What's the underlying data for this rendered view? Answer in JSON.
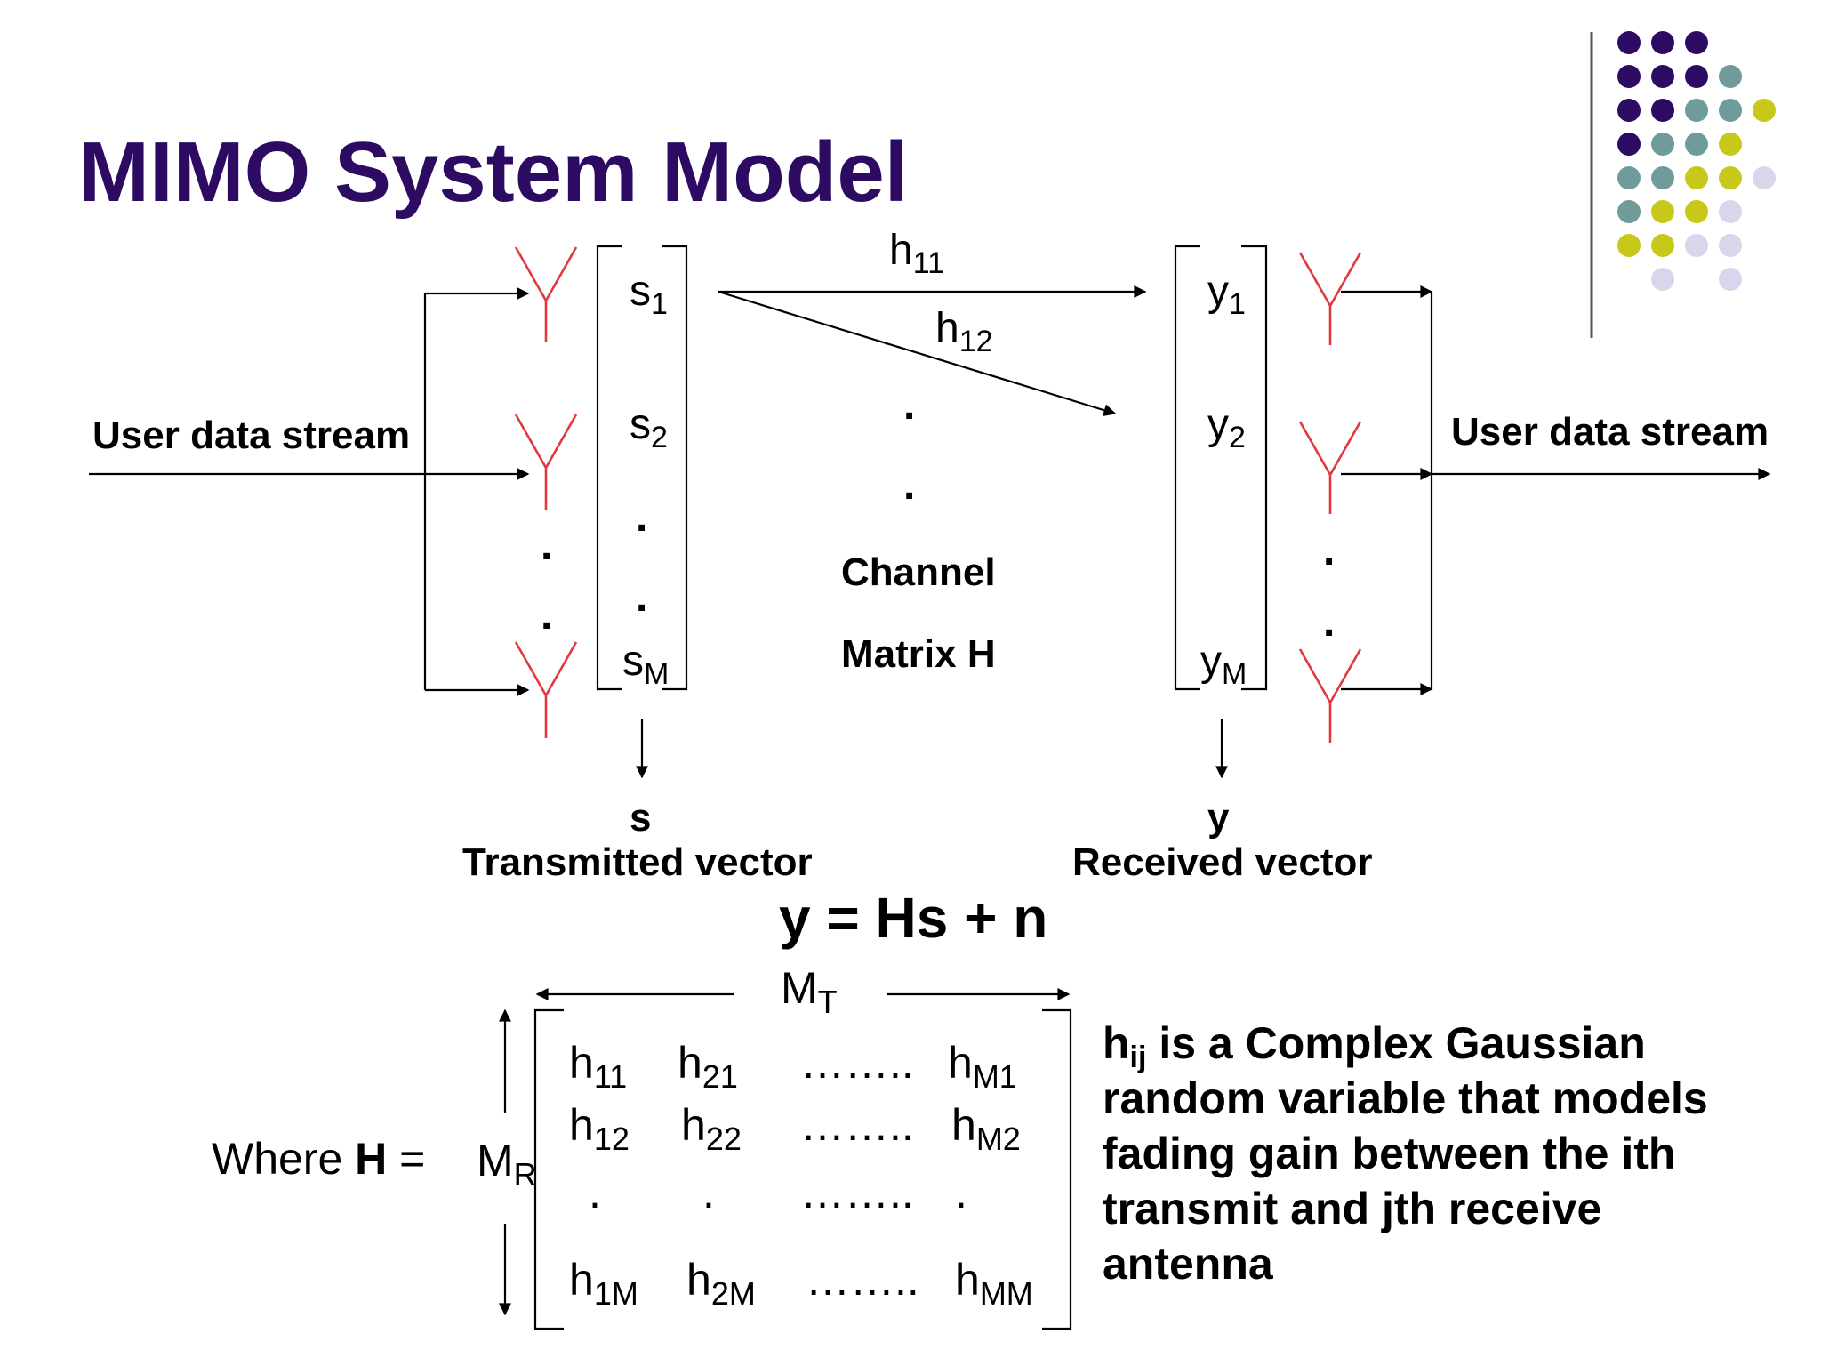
{
  "title": "MIMO System Model",
  "tx": {
    "input_label": "User data stream",
    "symbols": [
      {
        "base": "s",
        "sub": "1"
      },
      {
        "base": "s",
        "sub": "2"
      },
      {
        "base": "s",
        "sub": "M"
      }
    ],
    "vector_symbol": "s",
    "vector_label": "Transmitted vector"
  },
  "channel": {
    "gains": [
      {
        "base": "h",
        "sub": "11"
      },
      {
        "base": "h",
        "sub": "12"
      }
    ],
    "label_line1": "Channel",
    "label_line2": "Matrix H"
  },
  "rx": {
    "symbols": [
      {
        "base": "y",
        "sub": "1"
      },
      {
        "base": "y",
        "sub": "2"
      },
      {
        "base": "y",
        "sub": "M"
      }
    ],
    "vector_symbol": "y",
    "vector_label": "Received vector",
    "output_label": "User data stream"
  },
  "equation": "y = Hs + n",
  "matrix": {
    "where_prefix": "Where ",
    "where_bold": "H",
    "where_suffix": " =",
    "cols_dim": {
      "base": "M",
      "sub": "T"
    },
    "rows_dim": {
      "base": "M",
      "sub": "R"
    },
    "rows": [
      [
        {
          "base": "h",
          "sub": "11"
        },
        {
          "base": "h",
          "sub": "21"
        },
        {
          "base": "……..",
          "sub": ""
        },
        {
          "base": "h",
          "sub": "M1"
        }
      ],
      [
        {
          "base": "h",
          "sub": "12"
        },
        {
          "base": "h",
          "sub": "22"
        },
        {
          "base": "……..",
          "sub": ""
        },
        {
          "base": "h",
          "sub": "M2"
        }
      ],
      [
        {
          "base": ".",
          "sub": ""
        },
        {
          "base": ".",
          "sub": ""
        },
        {
          "base": "……..",
          "sub": ""
        },
        {
          "base": ".",
          "sub": ""
        }
      ],
      [
        {
          "base": "h",
          "sub": "1M"
        },
        {
          "base": "h",
          "sub": "2M"
        },
        {
          "base": "……..",
          "sub": ""
        },
        {
          "base": "h",
          "sub": "MM"
        }
      ]
    ]
  },
  "description": {
    "symbol": "h",
    "sub": "ij",
    "text": " is a Complex Gaussian random variable that models fading gain between the ith transmit and jth receive antenna"
  },
  "colors": {
    "title": "#2d0b63",
    "antenna": "#e0393e",
    "dot_purple": "#2d0b63",
    "dot_teal": "#6f9c9a",
    "dot_yellow": "#c8c81a",
    "dot_lavender": "#d8d6ea"
  }
}
